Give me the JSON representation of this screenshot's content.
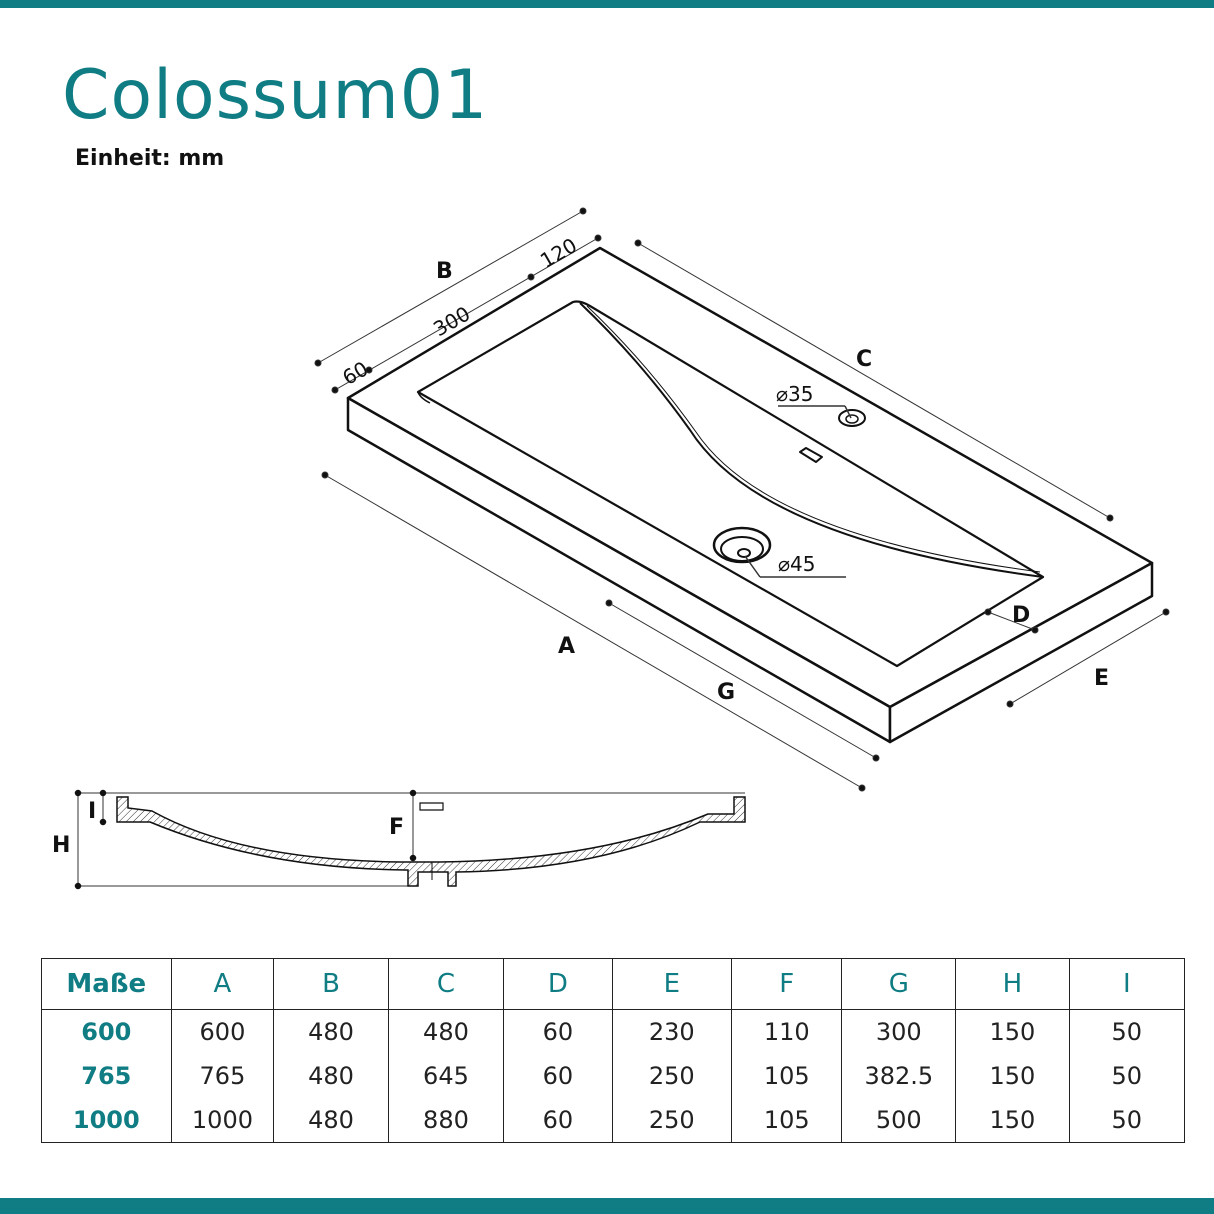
{
  "header": {
    "title": "Colossum01",
    "unit_label": "Einheit: mm"
  },
  "colors": {
    "accent": "#0f7d83",
    "line": "#111111"
  },
  "drawing": {
    "labels": {
      "A": "A",
      "B": "B",
      "C": "C",
      "D": "D",
      "E": "E",
      "F": "F",
      "G": "G",
      "H": "H",
      "I": "I"
    },
    "dims": {
      "rim_front": "60",
      "basin_width": "300",
      "rim_back": "120",
      "overflow_diameter": "⌀35",
      "drain_diameter": "⌀45"
    }
  },
  "table": {
    "corner": "Maße",
    "columns": [
      "A",
      "B",
      "C",
      "D",
      "E",
      "F",
      "G",
      "H",
      "I"
    ],
    "rows": [
      {
        "label": "600",
        "values": [
          "600",
          "480",
          "480",
          "60",
          "230",
          "110",
          "300",
          "150",
          "50"
        ]
      },
      {
        "label": "765",
        "values": [
          "765",
          "480",
          "645",
          "60",
          "250",
          "105",
          "382.5",
          "150",
          "50"
        ]
      },
      {
        "label": "1000",
        "values": [
          "1000",
          "480",
          "880",
          "60",
          "250",
          "105",
          "500",
          "150",
          "50"
        ]
      }
    ]
  }
}
